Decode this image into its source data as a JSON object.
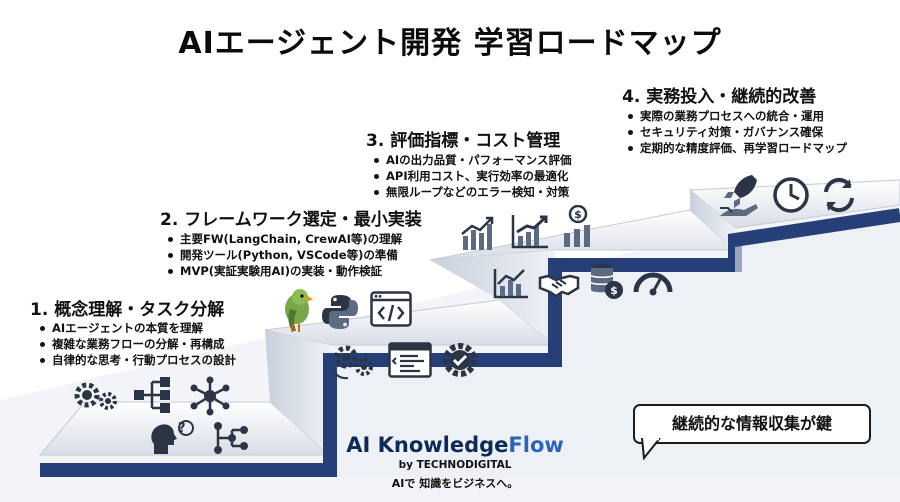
{
  "title": "AIエージェント開発 学習ロードマップ",
  "steps": [
    {
      "heading": "1. 概念理解・タスク分解",
      "bullets": [
        "AIエージェントの本質を理解",
        "複雑な業務フローの分解・再構成",
        "自律的な思考・行動プロセスの設計"
      ]
    },
    {
      "heading": "2. フレームワーク選定・最小実装",
      "bullets": [
        "主要FW(LangChain, CrewAI等)の理解",
        "開発ツール(Python, VSCode等)の準備",
        "MVP(実証実験用AI)の実装・動作検証"
      ]
    },
    {
      "heading": "3. 評価指標・コスト管理",
      "bullets": [
        "AIの出力品質・パフォーマンス評価",
        "API利用コスト、実行効率の最適化",
        "無限ループなどのエラー検知・対策"
      ]
    },
    {
      "heading": "4. 実務投入・継続的改善",
      "bullets": [
        "実際の業務プロセスへの統合・運用",
        "セキュリティ対策・ガバナンス確保",
        "定期的な精度評価、再学習ロードマップ"
      ]
    }
  ],
  "brand": {
    "name_main": "AI Knowledge",
    "name_accent": "Flow",
    "by_line": "by TECHNODIGITAL",
    "tagline": "AIで 知識をビジネスへ。"
  },
  "callout": "継続的な情報収集が鍵",
  "colors": {
    "stair_navy": "#263f77",
    "stair_face": "#e4e8ef",
    "icon_dark": "#2b3545",
    "accent_blue": "#2d63b8"
  }
}
